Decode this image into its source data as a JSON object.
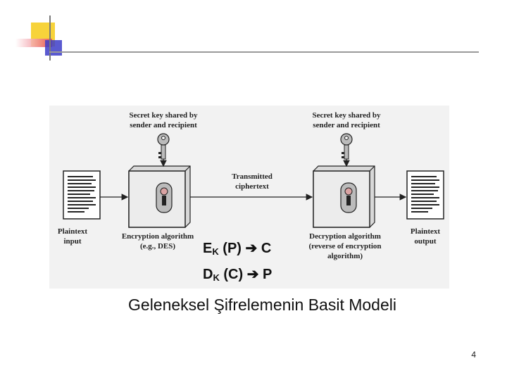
{
  "diagram": {
    "left_key_label": "Secret key shared by\nsender and recipient",
    "right_key_label": "Secret key shared by\nsender and recipient",
    "plaintext_input_label": "Plaintext\ninput",
    "plaintext_output_label": "Plaintext\noutput",
    "transmitted_label": "Transmitted\nciphertext",
    "encryption_label": "Encryption algorithm\n(e.g., DES)",
    "decryption_label": "Decryption algorithm\n(reverse of encryption\nalgorithm)"
  },
  "equations": {
    "enc": {
      "main": "E",
      "sub": "K",
      "rest": " (P) ➔ C"
    },
    "dec": {
      "main": "D",
      "sub": "K",
      "rest": " (C) ➔ P"
    }
  },
  "caption": "Geleneksel Şifrelemenin Basit Modeli",
  "page_number": "4",
  "colors": {
    "deco_yellow": "#f7d33a",
    "deco_red": "#e8485a",
    "deco_blue": "#3d3dc8",
    "rule": "#9a9a9a"
  }
}
